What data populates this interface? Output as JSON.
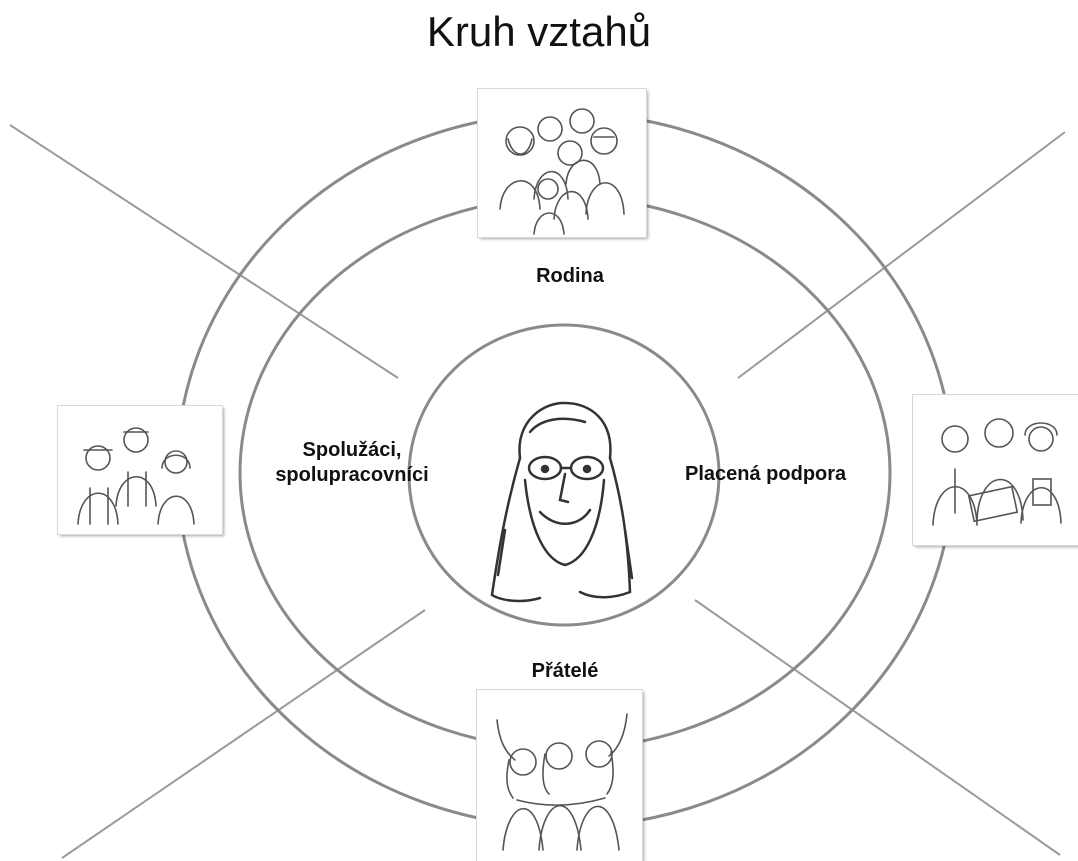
{
  "title": "Kruh vztahů",
  "labels": {
    "top": "Rodina",
    "left_line1": "Spolužáci,",
    "left_line2": "spolupracovníci",
    "right": "Placená podpora",
    "bottom": "Přátelé"
  },
  "colors": {
    "rings": "#8a8a8a",
    "spokes": "#9a9a9a",
    "text": "#111111",
    "sketch": "#555555"
  },
  "icons": {
    "center": "woman-portrait-icon",
    "top": "family-group-icon",
    "left": "coworkers-group-icon",
    "right": "support-staff-group-icon",
    "bottom": "friends-cheering-icon"
  }
}
